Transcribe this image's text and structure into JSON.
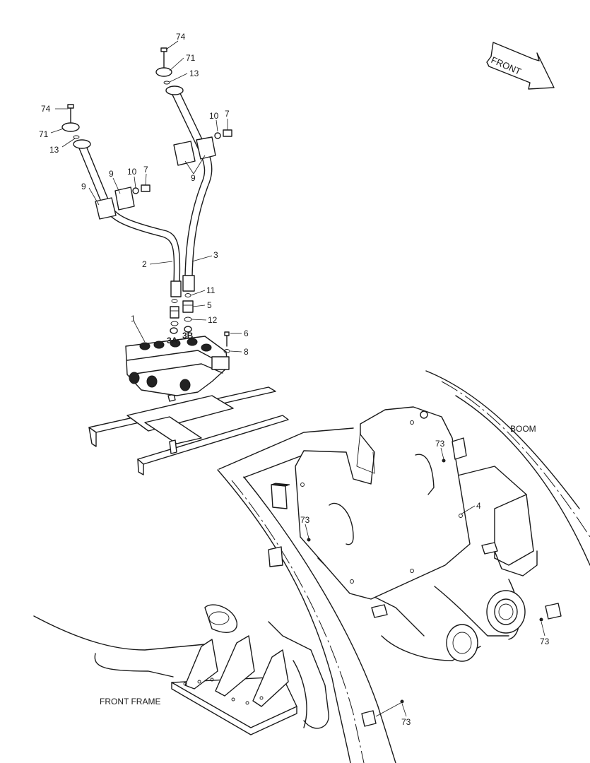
{
  "arrow": {
    "label": "FRONT"
  },
  "areas": {
    "boom": "BOOM",
    "front_frame": "FRONT FRAME"
  },
  "ports": {
    "a": "3A",
    "b": "3B"
  },
  "callouts": {
    "c74_top": "74",
    "c71_top": "71",
    "c13_top": "13",
    "c74_left": "74",
    "c71_left": "71",
    "c13_left": "13",
    "c10_right": "10",
    "c7_right": "7",
    "c9_right": "9",
    "c9_left_a": "9",
    "c9_left_b": "9",
    "c10_left": "10",
    "c7_left": "7",
    "c2": "2",
    "c3": "3",
    "c11": "11",
    "c5": "5",
    "c12": "12",
    "c1": "1",
    "c6": "6",
    "c8": "8",
    "c73_a": "73",
    "c4": "4",
    "c73_b": "73",
    "c73_c": "73",
    "c73_d": "73"
  }
}
